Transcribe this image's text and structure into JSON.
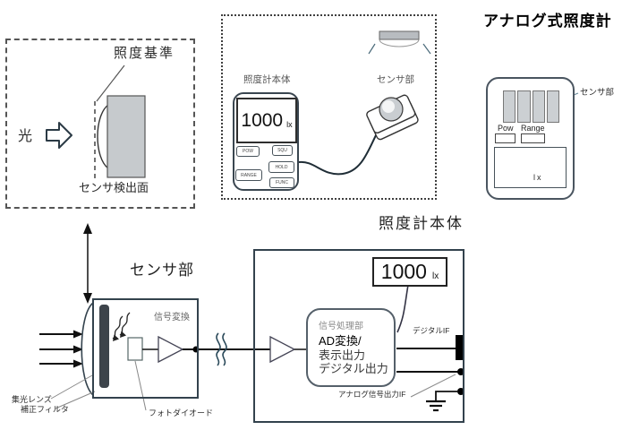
{
  "reference": {
    "standard": "照度基準",
    "light": "光",
    "surface": "センサ検出面"
  },
  "usage": {
    "main_label": "照度計本体",
    "sensor_label": "センサ部",
    "display_value": "1000",
    "display_unit": "lx",
    "btn_pow": "POW",
    "btn_squ": "SQU",
    "btn_hold": "HOLD",
    "btn_range": "RANGE",
    "btn_func": "FUNC"
  },
  "analog": {
    "title": "アナログ式照度計",
    "sensor": "センサ部",
    "pow": "Pow",
    "range": "Range",
    "unit": "lx"
  },
  "bd": {
    "sensor_title": "センサ部",
    "signal_conv": "信号変換",
    "lens": "集光レンズ",
    "filter": "補正フィルタ",
    "photodiode": "フォトダイオード",
    "main_title": "照度計本体",
    "display_value": "1000",
    "display_unit": "lx",
    "proc_title": "信号処理部",
    "proc_l1": "AD変換/",
    "proc_l2": "表示出力",
    "proc_l3": "デジタル出力",
    "digital_if": "デジタルIF",
    "analog_if": "アナログ信号出力IF"
  },
  "colors": {
    "outline": "#33424d",
    "panel_gray": "#c6cacd",
    "cable": "#1f2d36",
    "signal_line": "#111111"
  }
}
